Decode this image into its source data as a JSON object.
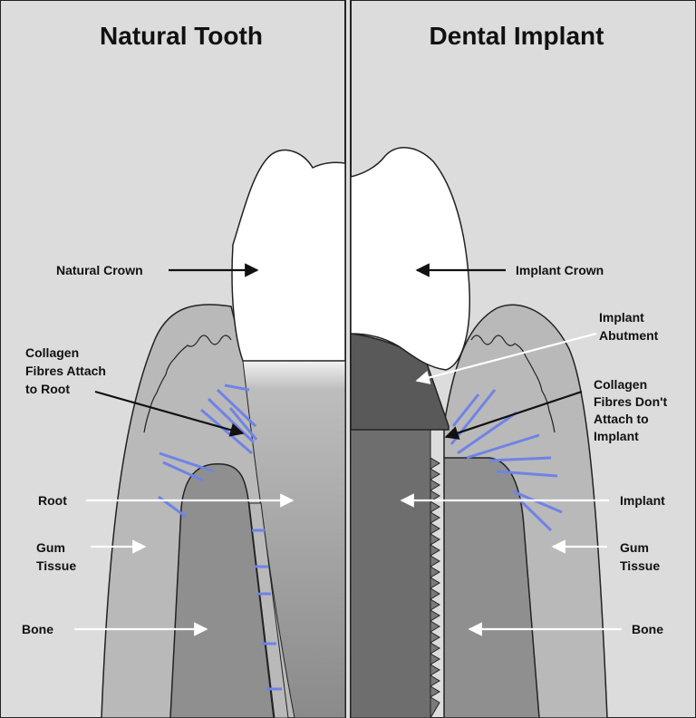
{
  "left_panel": {
    "title": "Natural Tooth",
    "labels": {
      "crown": "Natural Crown",
      "collagen_1": "Collagen",
      "collagen_2": "Fibres Attach",
      "collagen_3": "to Root",
      "root": "Root",
      "gum_1": "Gum",
      "gum_2": "Tissue",
      "bone": "Bone"
    }
  },
  "right_panel": {
    "title": "Dental Implant",
    "labels": {
      "crown": "Implant Crown",
      "abutment_1": "Implant",
      "abutment_2": "Abutment",
      "collagen_1": "Collagen",
      "collagen_2": "Fibres Don't",
      "collagen_3": "Attach to",
      "collagen_4": "Implant",
      "implant": "Implant",
      "gum_1": "Gum",
      "gum_2": "Tissue",
      "bone": "Bone"
    }
  },
  "colors": {
    "background": "#dcdcdc",
    "gum": "#b9b9b9",
    "bone": "#8f8f8f",
    "crown": "#ffffff",
    "implant": "#6e6e6e",
    "abutment": "#595959",
    "fibres": "#6f83e6",
    "outline": "#222222"
  }
}
